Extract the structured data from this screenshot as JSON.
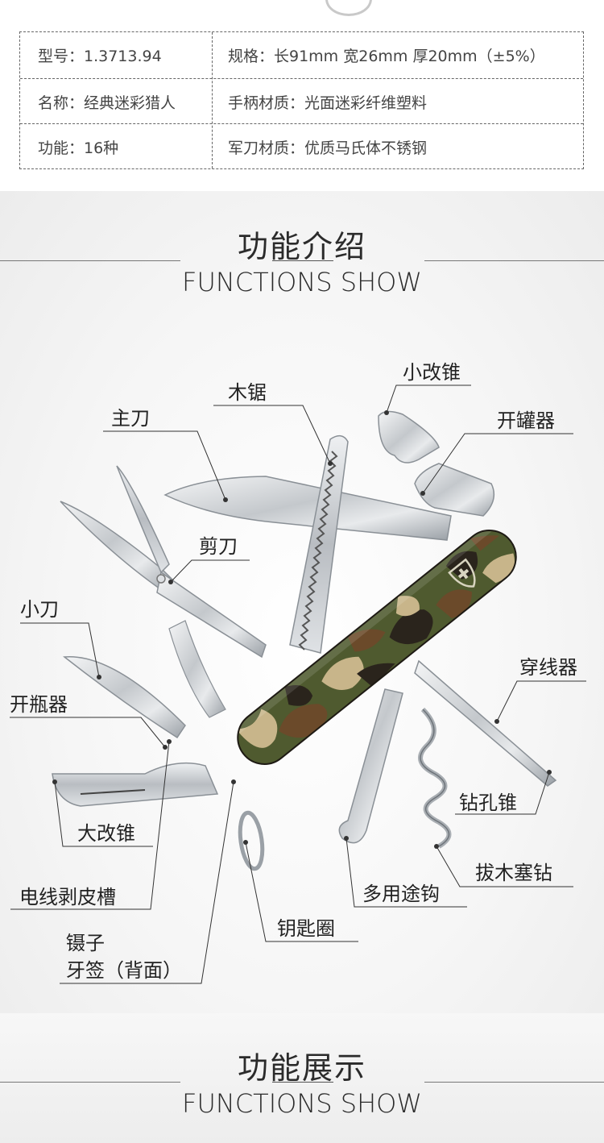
{
  "specs": {
    "rows": [
      {
        "left": "型号：1.3713.94",
        "right": "规格：长91mm 宽26mm 厚20mm（±5%）"
      },
      {
        "left": "名称：经典迷彩猎人",
        "right": "手柄材质：光面迷彩纤维塑料"
      },
      {
        "left": "功能：16种",
        "right": "军刀材质：优质马氏体不锈钢"
      }
    ]
  },
  "section1": {
    "title_cn": "功能介绍",
    "title_en": "FUNCTIONS SHOW"
  },
  "callouts": {
    "small_reamer": "小改锥",
    "saw": "木锯",
    "main_blade": "主刀",
    "can_opener": "开罐器",
    "scissors": "剪刀",
    "small_blade": "小刀",
    "bottle_opener": "开瓶器",
    "needle": "穿线器",
    "awl": "钻孔锥",
    "large_screwdriver": "大改锥",
    "corkscrew": "拔木塞钻",
    "wire_stripper": "电线剥皮槽",
    "multi_hook": "多用途钩",
    "key_ring": "钥匙圈",
    "tweezers": "镊子",
    "toothpick": "牙签（背面）"
  },
  "section2": {
    "title_cn": "功能展示",
    "title_en": "FUNCTIONS SHOW"
  },
  "colors": {
    "camo_green": "#4f5a2f",
    "camo_brown": "#6b4a2a",
    "camo_tan": "#c8b58a",
    "camo_dark": "#2a241c",
    "steel": "#c8ccd0"
  }
}
